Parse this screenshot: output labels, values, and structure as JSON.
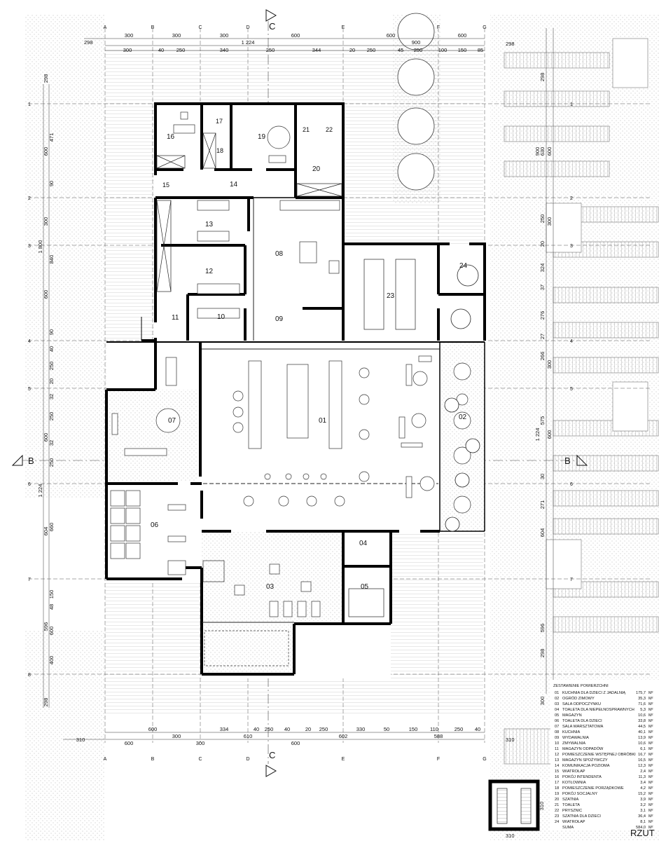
{
  "drawing": {
    "title": "RZUT",
    "section_marks": {
      "horizontal": "B",
      "vertical": "C"
    }
  },
  "grid": {
    "columns": [
      "A",
      "B",
      "C",
      "D",
      "E",
      "F",
      "G"
    ],
    "rows": [
      "1",
      "2",
      "3",
      "4",
      "5",
      "6",
      "7",
      "8"
    ]
  },
  "dims": {
    "top_row1": [
      "300",
      "300",
      "300",
      "600",
      "600",
      "900"
    ],
    "top_row1_left": "298",
    "top_total": "1 224",
    "top_row2": [
      "300",
      "40",
      "250",
      "340",
      "250",
      "344",
      "20",
      "250",
      "45",
      "250",
      "100",
      "150",
      "85"
    ],
    "left_col": [
      "298",
      "600",
      "471",
      "90",
      "300",
      "840",
      "600",
      "90",
      "40",
      "250",
      "20",
      "32",
      "250",
      "600",
      "32",
      "250",
      "604",
      "660",
      "150",
      "48",
      "596",
      "600",
      "400",
      "298"
    ],
    "left_total_1": "1 800",
    "left_total_2": "1 224",
    "bottom_row1": [
      "600",
      "300",
      "334",
      "40",
      "250",
      "40",
      "20",
      "250",
      "330",
      "50",
      "150",
      "110",
      "250",
      "40"
    ],
    "bottom_row2": [
      "310",
      "600",
      "300",
      "610",
      "600",
      "602",
      "588"
    ],
    "right_col": [
      "298",
      "630",
      "600",
      "900",
      "250",
      "300",
      "20",
      "324",
      "37",
      "276",
      "27",
      "266",
      "300",
      "575",
      "600",
      "1 224",
      "30",
      "271",
      "604",
      "596",
      "298",
      "300"
    ],
    "right_col_top": "298",
    "right_small_bottom": "310",
    "right_small_side": "310"
  },
  "rooms": [
    "01",
    "02",
    "03",
    "04",
    "05",
    "06",
    "07",
    "08",
    "09",
    "10",
    "11",
    "12",
    "13",
    "14",
    "15",
    "16",
    "17",
    "18",
    "19",
    "20",
    "21",
    "22",
    "23",
    "24"
  ],
  "legend": {
    "heading": "ZESTAWIENIE POWIERZCHNI",
    "items": [
      {
        "no": "01",
        "name": "KUCHNIA DLA DZIECI Z JADALNIĄ",
        "area": "175,7",
        "unit": "M²"
      },
      {
        "no": "02",
        "name": "OGRÓD ZIMOWY",
        "area": "35,3",
        "unit": "M²"
      },
      {
        "no": "03",
        "name": "SALA ODPOCZYNKU",
        "area": "71,6",
        "unit": "M²"
      },
      {
        "no": "04",
        "name": "TOALETA DLA NIEPEŁNOSPRAWNYCH",
        "area": "5,3",
        "unit": "M²"
      },
      {
        "no": "05",
        "name": "MAGAZYN",
        "area": "10,6",
        "unit": "M²"
      },
      {
        "no": "06",
        "name": "TOALETA DLA DZIECI",
        "area": "33,8",
        "unit": "M²"
      },
      {
        "no": "07",
        "name": "SALA WARSZTATOWA",
        "area": "44,5",
        "unit": "M²"
      },
      {
        "no": "08",
        "name": "KUCHNIA",
        "area": "40,1",
        "unit": "M²"
      },
      {
        "no": "09",
        "name": "WYDAWALNIA",
        "area": "13,9",
        "unit": "M²"
      },
      {
        "no": "10",
        "name": "ZMYWALNIA",
        "area": "10,6",
        "unit": "M²"
      },
      {
        "no": "11",
        "name": "MAGAZYN ODPADÓW",
        "area": "6,1",
        "unit": "M²"
      },
      {
        "no": "12",
        "name": "POMIESZCZENIE WSTĘPNEJ OBRÓBKI",
        "area": "16,7",
        "unit": "M²"
      },
      {
        "no": "13",
        "name": "MAGAZYN SPOŻYWCZY",
        "area": "16,5",
        "unit": "M²"
      },
      {
        "no": "14",
        "name": "KOMUNIKACJA POZIOMA",
        "area": "12,3",
        "unit": "M²"
      },
      {
        "no": "15",
        "name": "WIATROŁAP",
        "area": "2,4",
        "unit": "M²"
      },
      {
        "no": "16",
        "name": "POKÓJ INTENDENTA",
        "area": "11,3",
        "unit": "M²"
      },
      {
        "no": "17",
        "name": "KOTŁOWNIA",
        "area": "3,4",
        "unit": "M²"
      },
      {
        "no": "18",
        "name": "POMIESZCZENIE PORZĄDKOWE",
        "area": "4,2",
        "unit": "M²"
      },
      {
        "no": "19",
        "name": "POKÓJ SOCJALNY",
        "area": "15,2",
        "unit": "M²"
      },
      {
        "no": "20",
        "name": "SZATNIA",
        "area": "3,9",
        "unit": "M²"
      },
      {
        "no": "21",
        "name": "TOALETA",
        "area": "3,2",
        "unit": "M²"
      },
      {
        "no": "22",
        "name": "PRYSZNIC",
        "area": "3,1",
        "unit": "M²"
      },
      {
        "no": "23",
        "name": "SZATNIA DLA DZIECI",
        "area": "36,4",
        "unit": "M²"
      },
      {
        "no": "24",
        "name": "WIATROŁAP",
        "area": "8,1",
        "unit": "M²"
      },
      {
        "no": "",
        "name": "SUMA",
        "area": "584,0",
        "unit": "M²"
      }
    ]
  }
}
